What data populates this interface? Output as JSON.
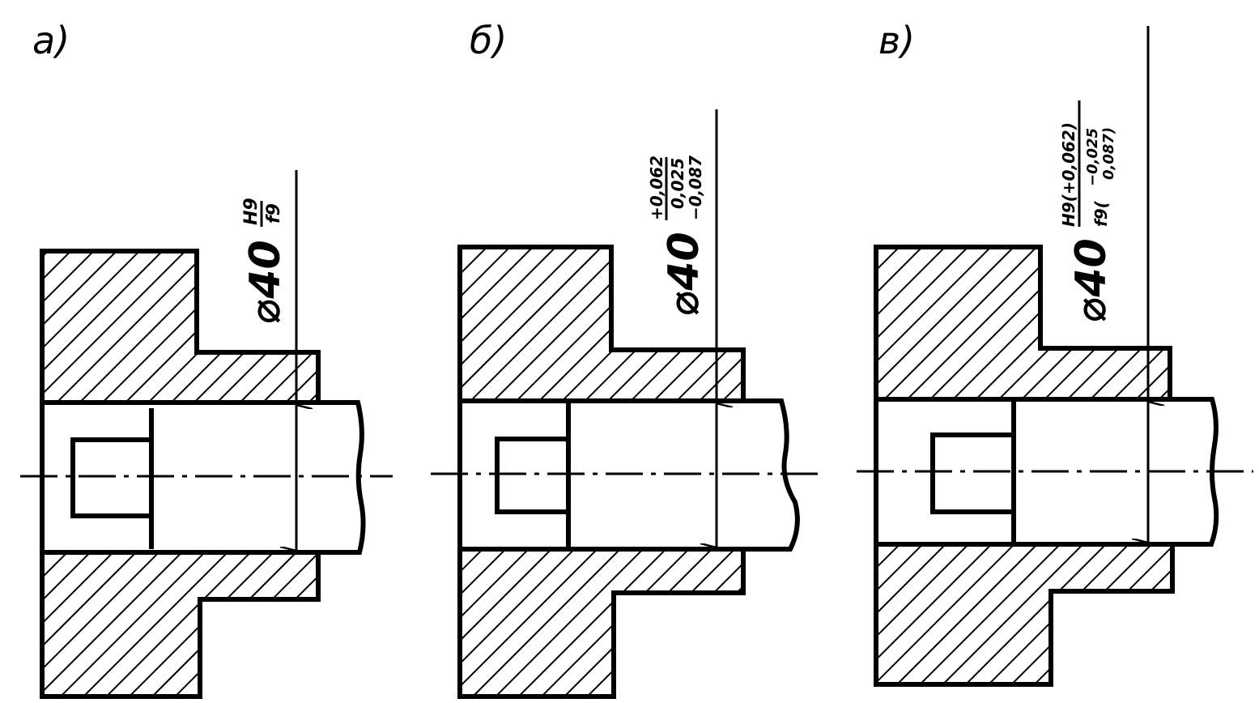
{
  "panels": [
    {
      "id": "a",
      "label": "а)",
      "diameter": "⌀40",
      "fit_hole": "H9",
      "fit_shaft": "f9"
    },
    {
      "id": "b",
      "label": "б)",
      "diameter": "⌀40",
      "hole_upper_deviation": "+0,062",
      "shaft_upper_deviation": "0,025",
      "shaft_lower_deviation": "−0,087"
    },
    {
      "id": "c",
      "label": "в)",
      "diameter": "⌀40",
      "hole_tolerance": "H9(+0,062)",
      "shaft_tolerance_class": "f9(",
      "shaft_upper_deviation": "−0,025",
      "shaft_lower_deviation": "0,087)"
    }
  ],
  "colors": {
    "ink": "#000000",
    "paper": "#ffffff"
  }
}
